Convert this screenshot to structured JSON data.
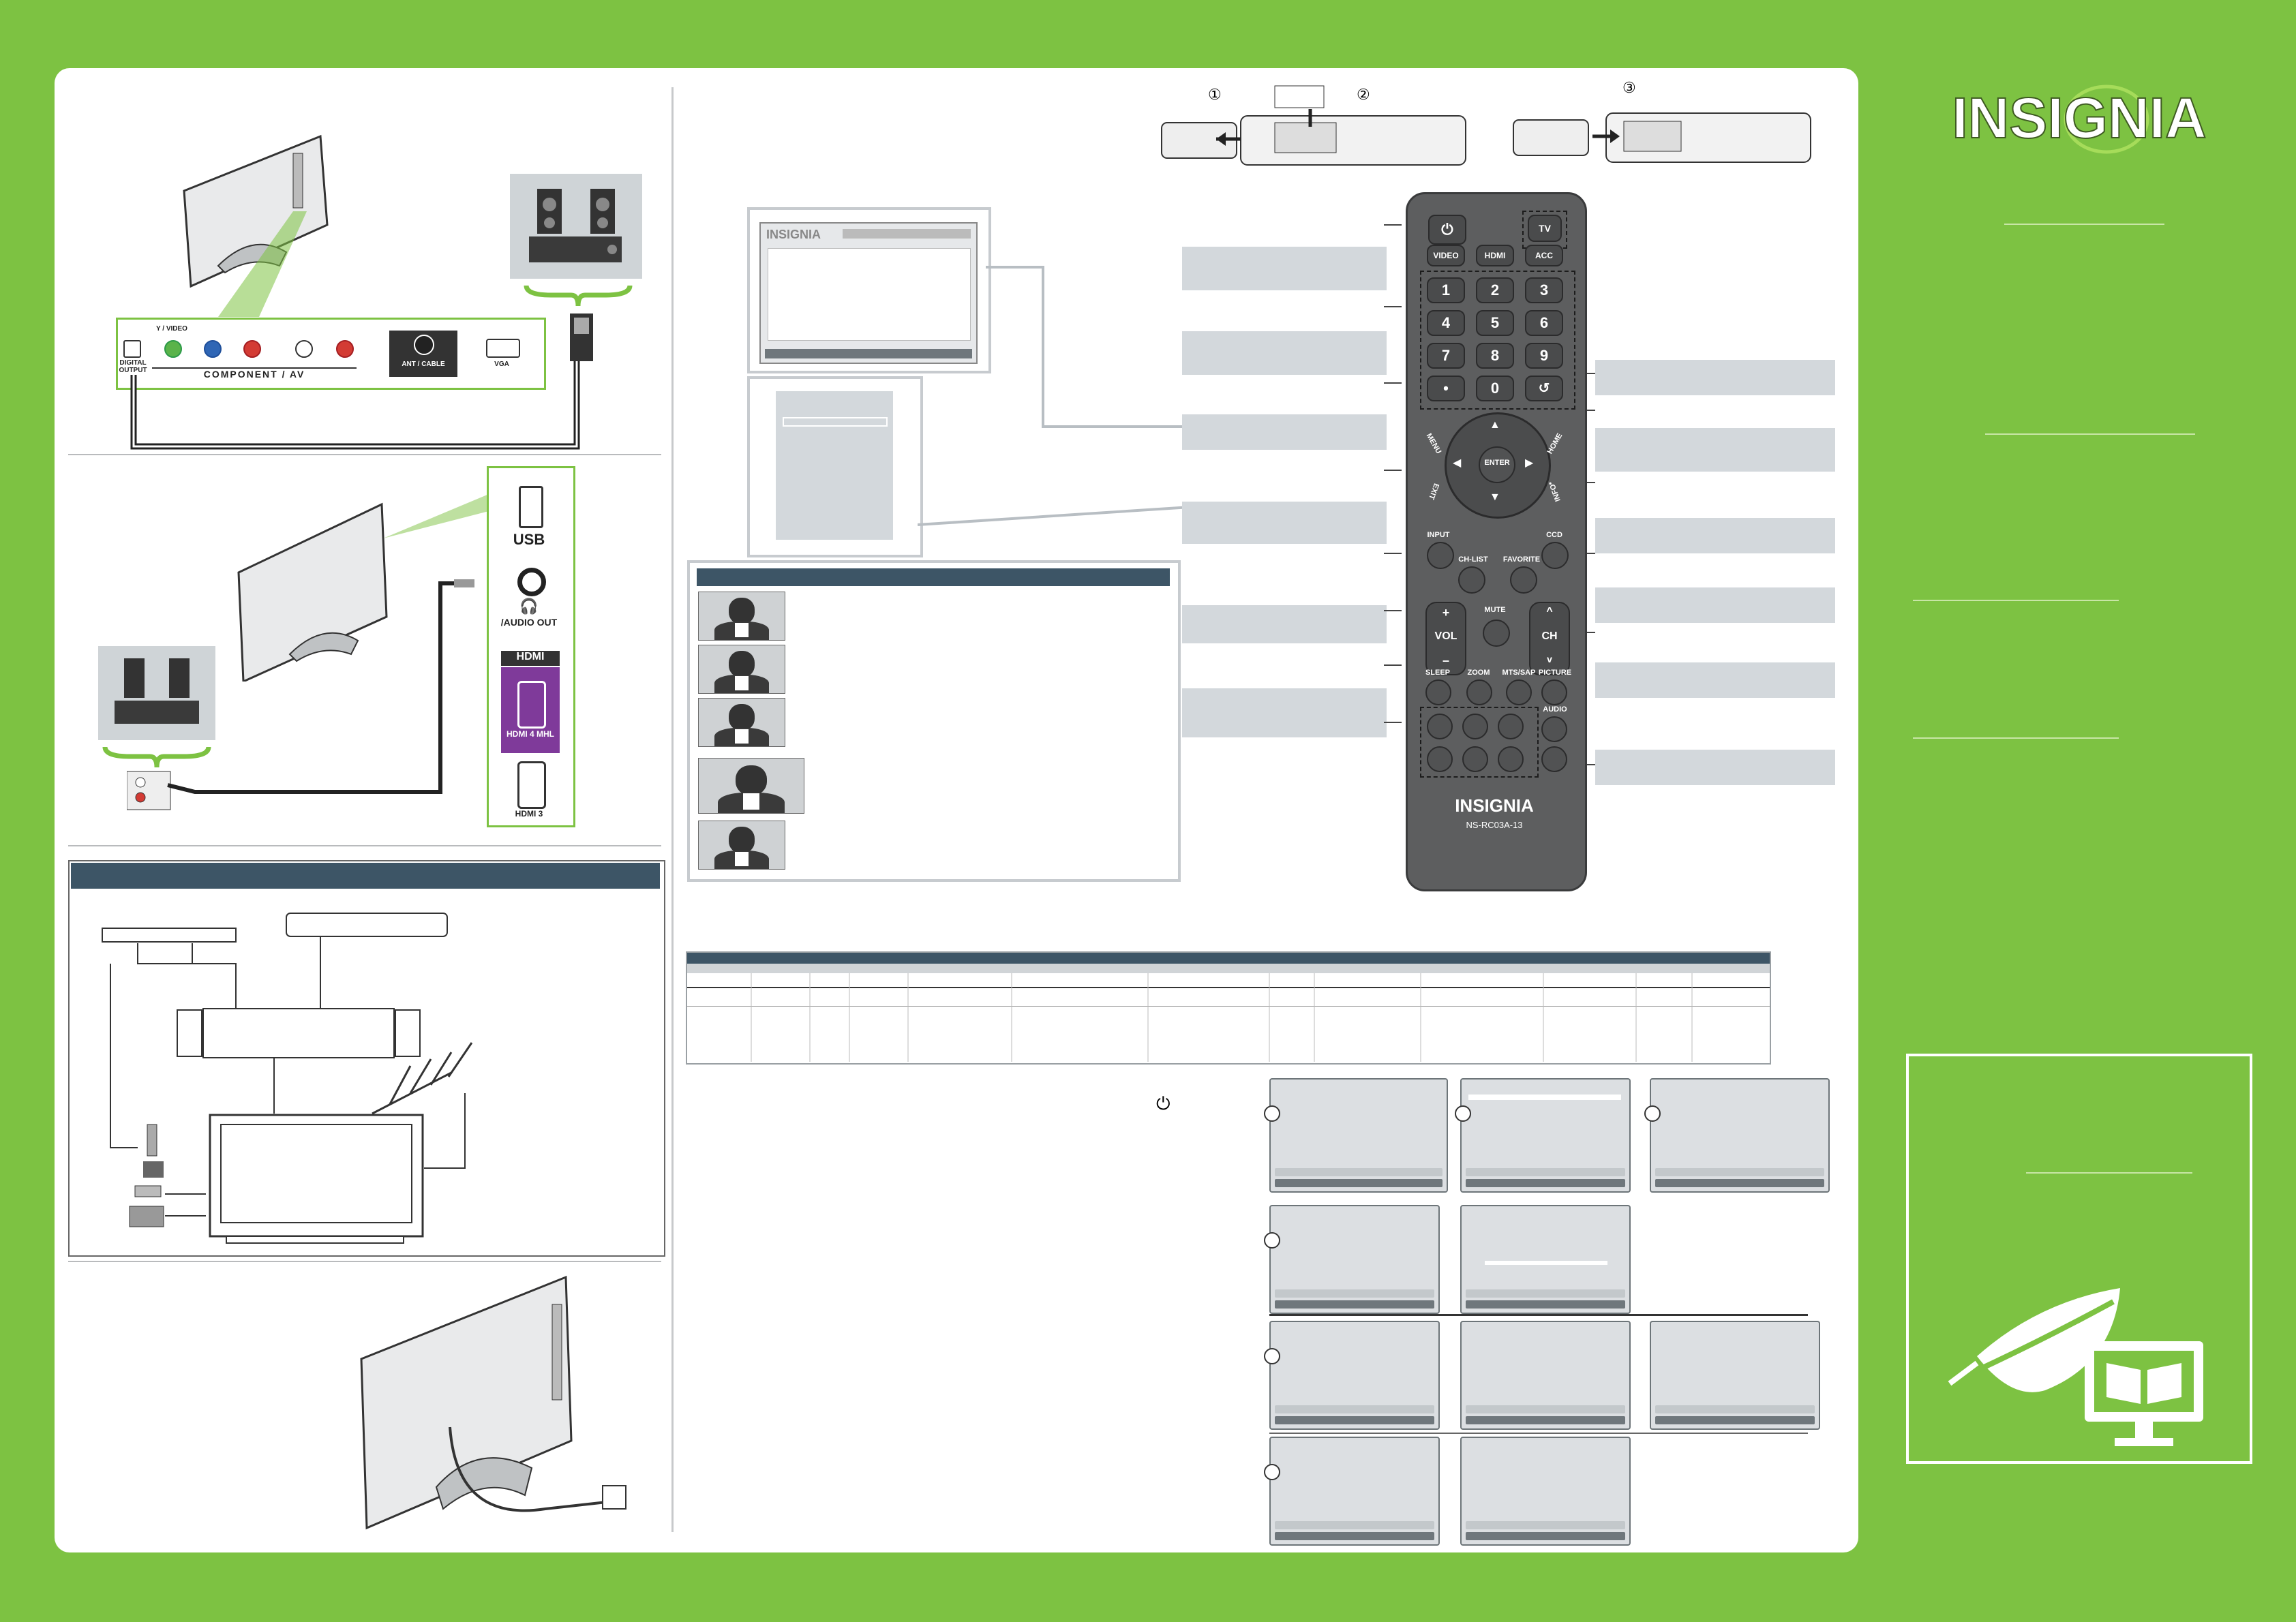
{
  "brand": {
    "logo": "INSIGNIA"
  },
  "connections": {
    "component_label": "COMPONENT / AV",
    "yvideo_label": "Y / VIDEO",
    "digital_output_label": "DIGITAL OUTPUT",
    "ant_cable_label": "ANT / CABLE",
    "vga_label": "VGA",
    "usb_label": "USB",
    "audio_out_label": "/AUDIO OUT",
    "hdmi_logo": "HDMI",
    "hdmi4_label": "HDMI 4 MHL",
    "hdmi3_label": "HDMI 3"
  },
  "battery_steps": [
    "①",
    "②",
    "③"
  ],
  "remote": {
    "model": "NS-RC03A-13",
    "logo": "INSIGNIA",
    "buttons": {
      "tv": "TV",
      "video": "VIDEO",
      "hdmi": "HDMI",
      "acc": "ACC",
      "digits": [
        "1",
        "2",
        "3",
        "4",
        "5",
        "6",
        "7",
        "8",
        "9",
        "•",
        "0",
        "↺"
      ],
      "menu": "MENU",
      "exit": "EXIT",
      "home": "HOME",
      "info": "INFO*",
      "enter": "ENTER",
      "input": "INPUT",
      "chlist": "CH-LIST",
      "favorite": "FAVORITE",
      "ccd": "CCD",
      "vol": "VOL",
      "mute": "MUTE",
      "ch": "CH",
      "sleep": "SLEEP",
      "zoom": "ZOOM",
      "mtssap": "MTS/SAP",
      "picture": "PICTURE",
      "audio": "AUDIO",
      "plus": "+",
      "minus": "–",
      "up": "^",
      "down": "v"
    }
  },
  "power_symbol": "⏻",
  "colors": {
    "background": "#7dc242",
    "panel": "#ffffff",
    "header_bar": "#3d5566",
    "remote_body": "#5d5e5f",
    "callout_box": "#d3d8dc"
  },
  "icons": [
    "leaf-icon",
    "monitor-book-icon",
    "power-icon",
    "speaker-icon",
    "headphone-icon"
  ]
}
